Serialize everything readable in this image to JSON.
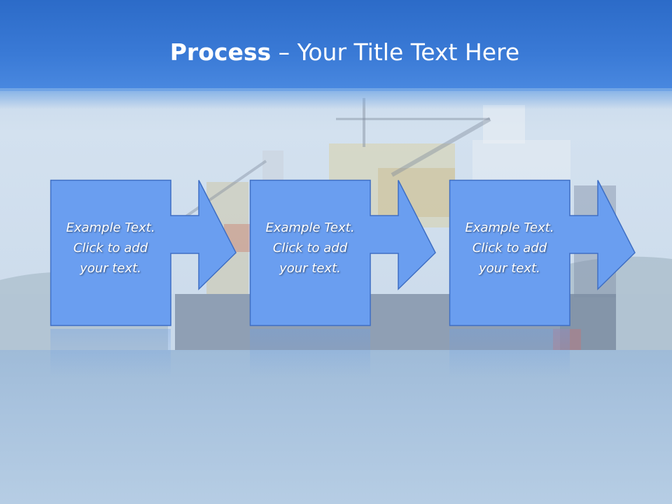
{
  "slide": {
    "title_bold": "Process",
    "title_rest": " – Your Title Text Here"
  },
  "steps": [
    {
      "line1": "Example Text.",
      "line2": "Click  to add",
      "line3": "your text."
    },
    {
      "line1": "Example Text.",
      "line2": "Click  to add",
      "line3": "your text."
    },
    {
      "line1": "Example Text.",
      "line2": "Click  to add",
      "line3": "your text."
    }
  ],
  "colors": {
    "header": "#3a7ad6",
    "shape_fill": "#6a9ef0",
    "shape_stroke": "#3f6fc4"
  }
}
